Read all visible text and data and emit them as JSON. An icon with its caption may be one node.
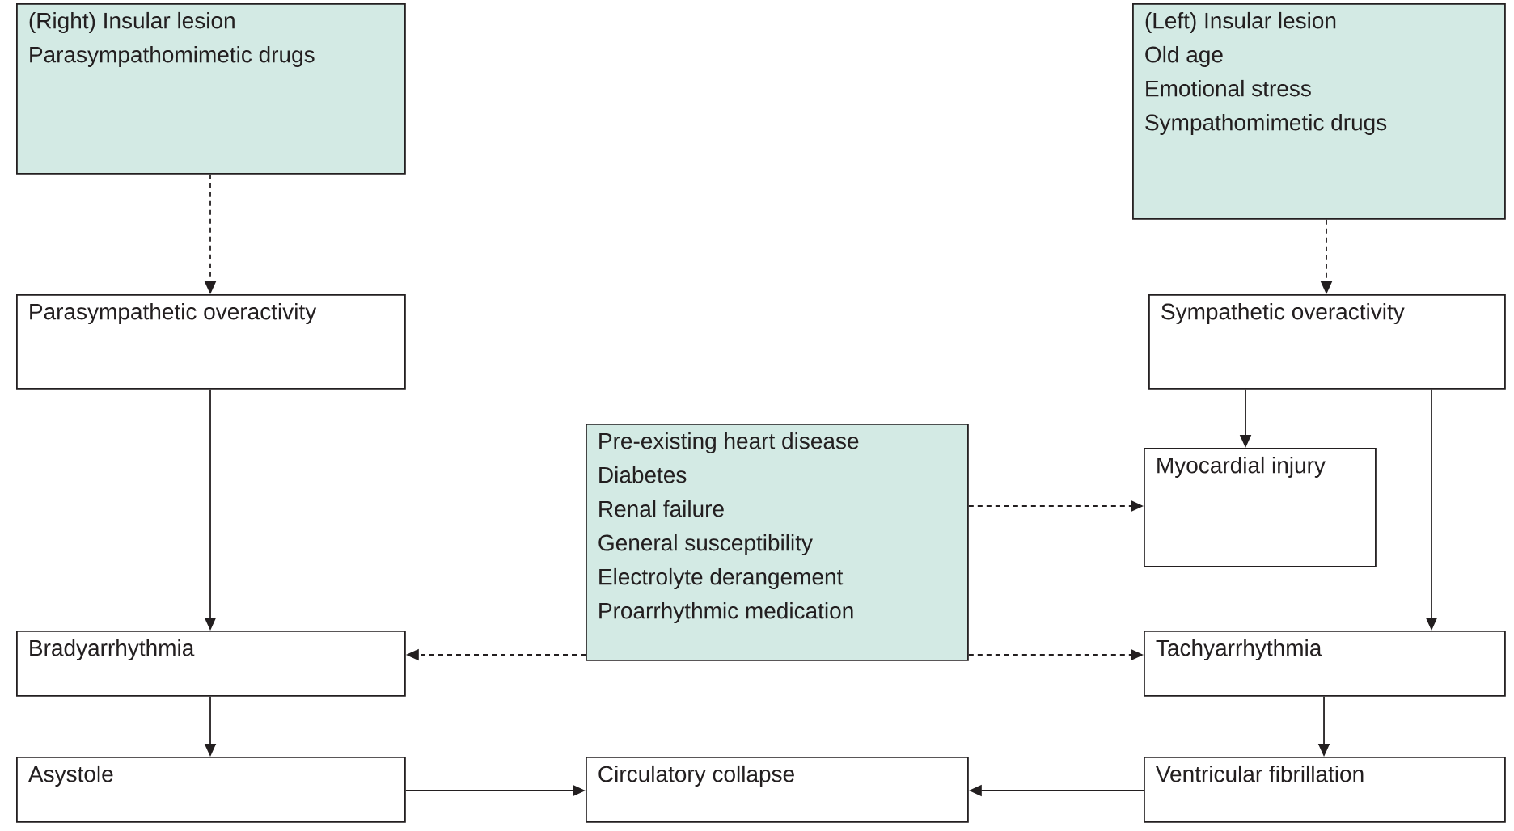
{
  "diagram": {
    "nodes": [
      {
        "text": [
          "(Right) Insular lesion",
          "Parasympathomimetic drugs"
        ]
      },
      {
        "text": [
          "(Left) Insular lesion",
          "Old age",
          "Emotional stress",
          "Sympathomimetic drugs"
        ]
      },
      {
        "text": [
          "Parasympathetic overactivity"
        ]
      },
      {
        "text": [
          "Sympathetic overactivity"
        ]
      },
      {
        "text": [
          "Pre-existing heart disease",
          "Diabetes",
          "Renal failure",
          "General susceptibility",
          "Electrolyte derangement",
          "Proarrhythmic medication"
        ]
      },
      {
        "text": [
          "Myocardial injury"
        ]
      },
      {
        "text": [
          "Bradyarrhythmia"
        ]
      },
      {
        "text": [
          "Tachyarrhythmia"
        ]
      },
      {
        "text": [
          "Asystole"
        ]
      },
      {
        "text": [
          "Circulatory collapse"
        ]
      },
      {
        "text": [
          "Ventricular fibrillation"
        ]
      }
    ],
    "edges": [
      {
        "from": 0,
        "to": 2,
        "arrow": "to",
        "style": "dashed"
      },
      {
        "from": 1,
        "to": 3,
        "arrow": "to",
        "style": "dashed"
      },
      {
        "from": 3,
        "to": 5,
        "arrow": "to"
      },
      {
        "from": 3,
        "to": 7,
        "arrow": "to"
      },
      {
        "from": 2,
        "to": 6,
        "arrow": "to"
      },
      {
        "from": 4,
        "to": 5,
        "arrow": "to",
        "style": "dashed"
      },
      {
        "from": 4,
        "to": 6,
        "arrow": "to",
        "style": "dashed"
      },
      {
        "from": 4,
        "to": 7,
        "arrow": "to",
        "style": "dashed"
      },
      {
        "from": 6,
        "to": 8,
        "arrow": "to"
      },
      {
        "from": 7,
        "to": 10,
        "arrow": "to"
      },
      {
        "from": 8,
        "to": 9,
        "arrow": "to"
      },
      {
        "from": 10,
        "to": 9,
        "arrow": "to"
      }
    ]
  }
}
